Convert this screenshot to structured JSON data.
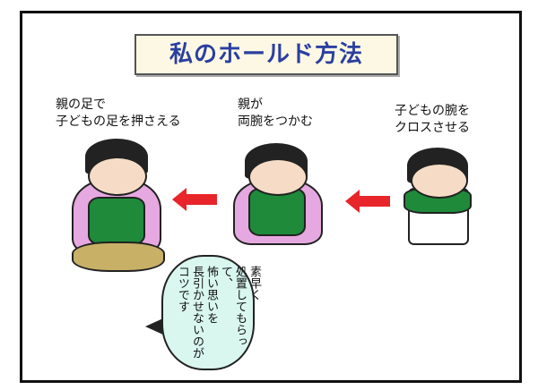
{
  "title": "私のホールド方法",
  "steps": [
    {
      "line1": "親の足で",
      "line2": "子どもの足を押さえる"
    },
    {
      "line1": "親が",
      "line2": "両腕をつかむ"
    },
    {
      "line1": "子どもの腕を",
      "line2": "クロスさせる"
    }
  ],
  "bubble": {
    "lines": [
      "素早く",
      "処置してもらって、",
      "怖い思いを",
      "長引かせないのが",
      "コツです"
    ]
  },
  "colors": {
    "title": "#2a3fa0",
    "arrow": "#e8252a",
    "bubble": "#d9f7ef",
    "shirt": "#1e8a3a",
    "parent": "#e6a8e0"
  }
}
